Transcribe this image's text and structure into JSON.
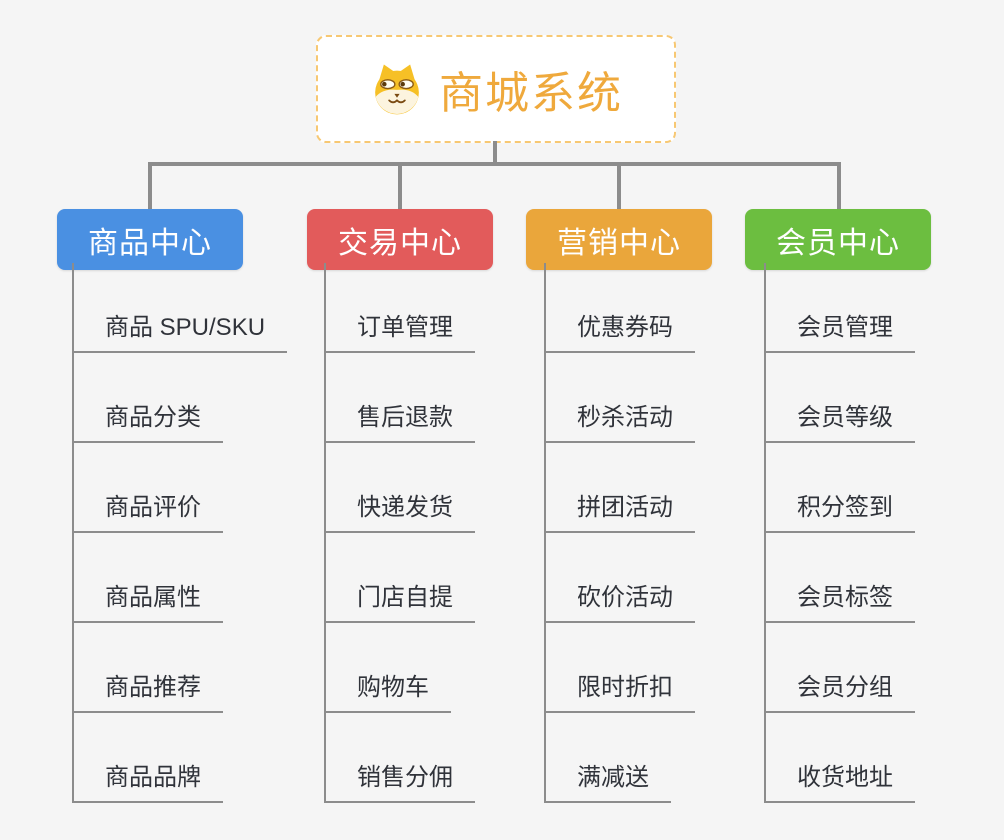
{
  "root": {
    "title": "商城系统",
    "icon": "shiba-dog-icon"
  },
  "branches": [
    {
      "label": "商品中心",
      "color": "#4A90E2",
      "items": [
        "商品 SPU/SKU",
        "商品分类",
        "商品评价",
        "商品属性",
        "商品推荐",
        "商品品牌"
      ]
    },
    {
      "label": "交易中心",
      "color": "#E25B5B",
      "items": [
        "订单管理",
        "售后退款",
        "快递发货",
        "门店自提",
        "购物车",
        "销售分佣"
      ]
    },
    {
      "label": "营销中心",
      "color": "#EAA63B",
      "items": [
        "优惠券码",
        "秒杀活动",
        "拼团活动",
        "砍价活动",
        "限时折扣",
        "满减送"
      ]
    },
    {
      "label": "会员中心",
      "color": "#6CBE40",
      "items": [
        "会员管理",
        "会员等级",
        "积分签到",
        "会员标签",
        "会员分组",
        "收货地址"
      ]
    }
  ],
  "colors": {
    "background": "#F5F5F5",
    "connector_line": "#8C8C8C",
    "root_border": "#F7C873",
    "root_text": "#EFA93C",
    "leaf_text": "#30333A"
  }
}
